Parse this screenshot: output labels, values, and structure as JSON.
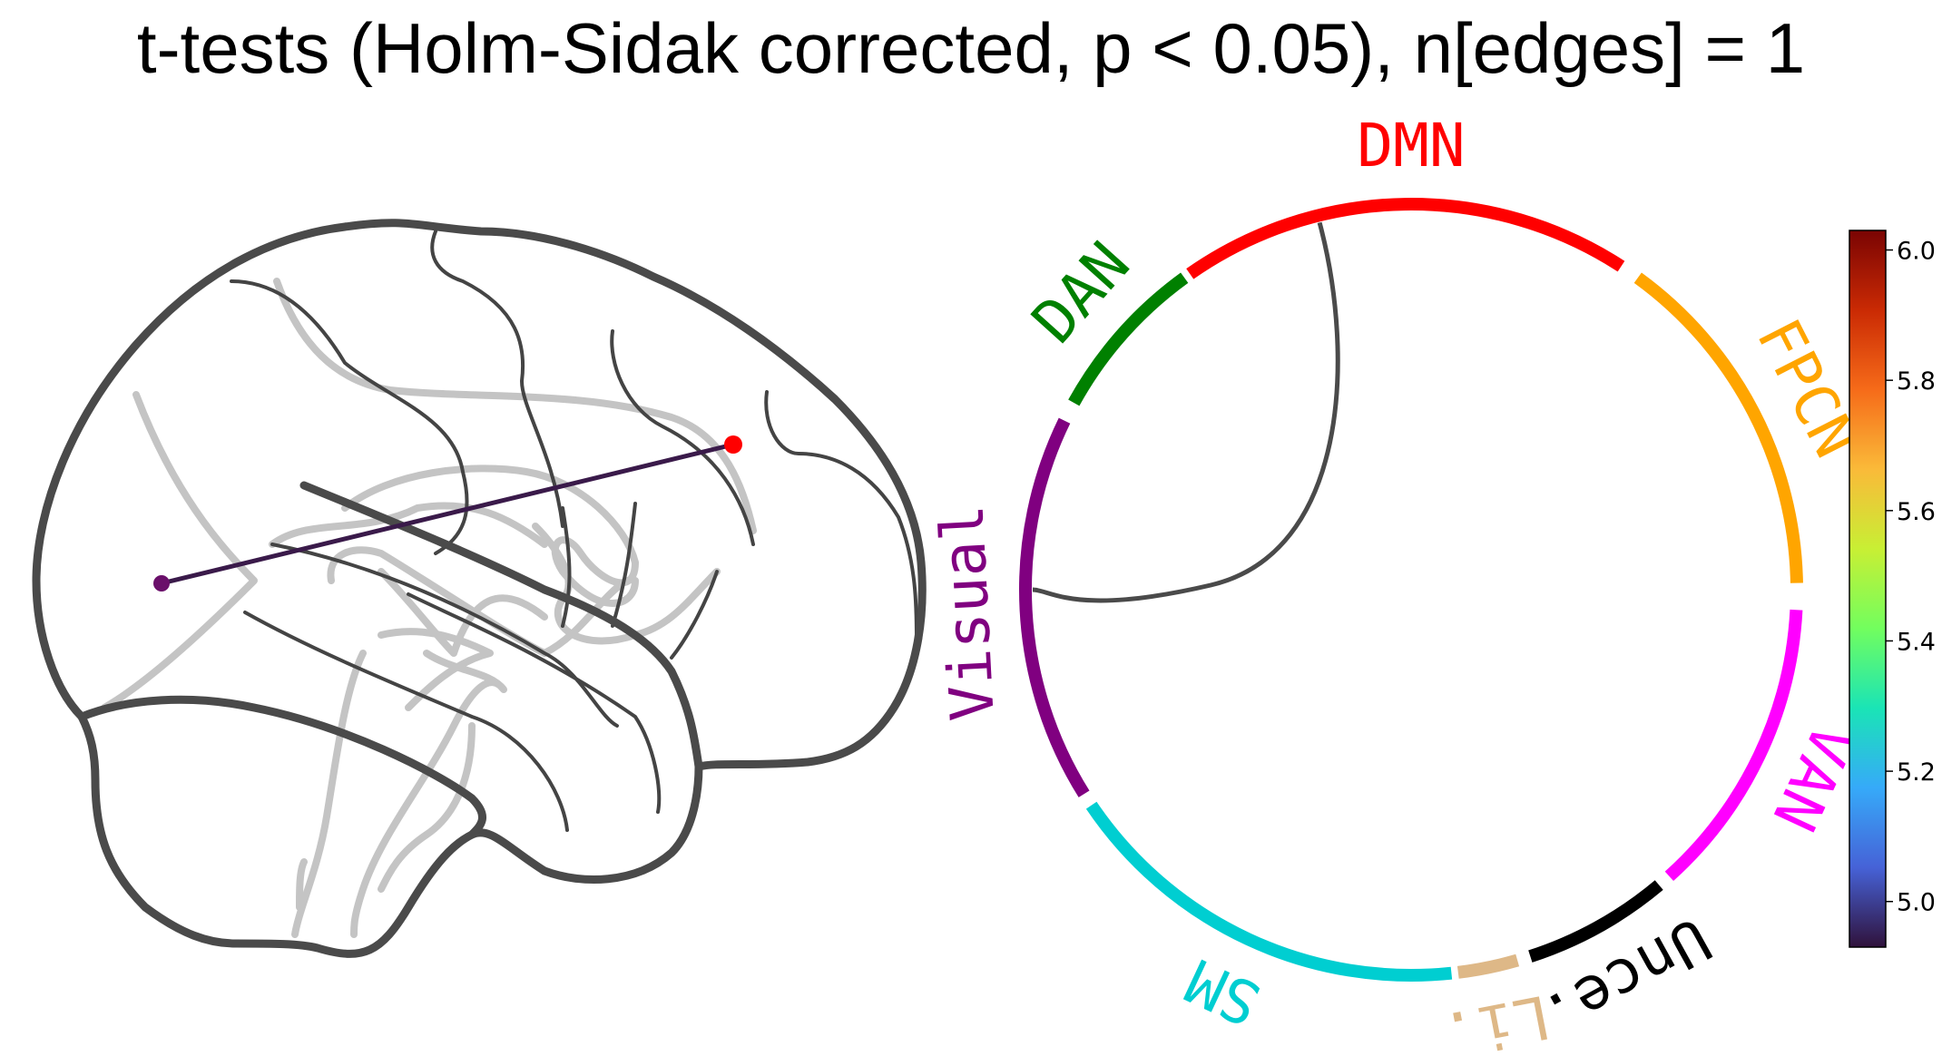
{
  "title": "t-tests (Holm-Sidak corrected, p < 0.05), n[edges] = 1",
  "networks": [
    {
      "label": "DMN",
      "color": "#ff0000"
    },
    {
      "label": "FPCN",
      "color": "#ffa500"
    },
    {
      "label": "VAN",
      "color": "#ff00ff"
    },
    {
      "label": "Unce.",
      "color": "#000000"
    },
    {
      "label": "Li.",
      "color": "#deb887"
    },
    {
      "label": "SM",
      "color": "#00ced1"
    },
    {
      "label": "Visual",
      "color": "#800080"
    },
    {
      "label": "DAN",
      "color": "#008000"
    }
  ],
  "edge": {
    "from": "DMN",
    "to": "Visual",
    "value": 4.93
  },
  "colorbar": {
    "min": 4.93,
    "max": 6.03,
    "ticks": [
      "5.0",
      "5.2",
      "5.4",
      "5.6",
      "5.8",
      "6.0"
    ],
    "colors": [
      "#30123b",
      "#4662d7",
      "#36aaf9",
      "#1ae4b6",
      "#72fe5e",
      "#c8ef34",
      "#faba39",
      "#f66b19",
      "#ca2a04",
      "#7a0403"
    ]
  },
  "glass_brain": {
    "nodes": [
      {
        "name": "posterior-node",
        "color": "#6a0f6a"
      },
      {
        "name": "anterior-node",
        "color": "#ff0000"
      }
    ],
    "edge_color": "#3a1a4a"
  }
}
